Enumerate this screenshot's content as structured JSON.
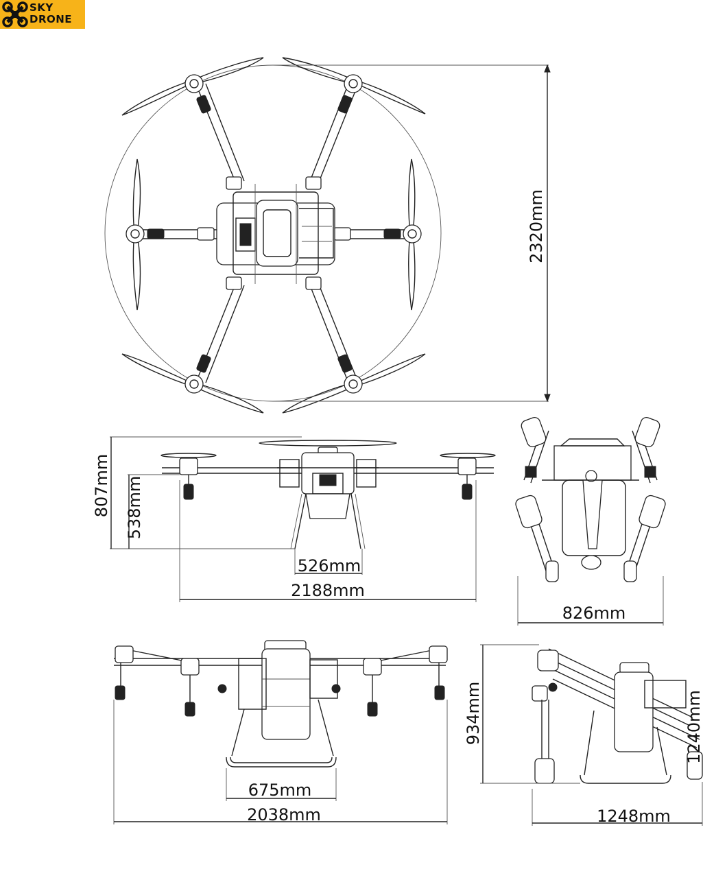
{
  "brand": {
    "line1": "SKY",
    "line2": "DRONE",
    "color": "#f7b319",
    "icon": "quadcopter-icon"
  },
  "views": {
    "top": {
      "height_label": "2320mm"
    },
    "front": {
      "overall_height_label": "807mm",
      "arm_height_label": "538mm",
      "skid_width_label": "526mm",
      "overall_width_label": "2188mm"
    },
    "folded_front": {
      "width_label": "826mm"
    },
    "side": {
      "skid_width_label": "675mm",
      "overall_width_label": "2038mm"
    },
    "folded_side": {
      "height_label": "934mm",
      "tilted_label": "1240mm",
      "width_label": "1248mm"
    }
  }
}
